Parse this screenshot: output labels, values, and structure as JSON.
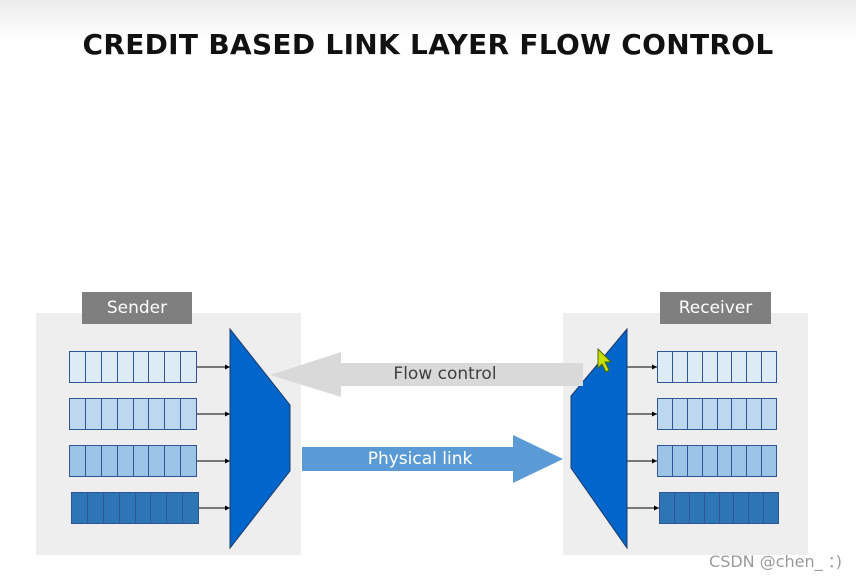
{
  "slide": {
    "title": "CREDIT BASED LINK LAYER FLOW CONTROL"
  },
  "sender": {
    "label": "Sender"
  },
  "receiver": {
    "label": "Receiver"
  },
  "links": {
    "flow_control": "Flow control",
    "physical_link": "Physical link"
  },
  "queues": [
    {
      "color": "#ddebf7"
    },
    {
      "color": "#bdd7ee"
    },
    {
      "color": "#9dc3e6"
    },
    {
      "color": "#2e75b6"
    }
  ],
  "colors": {
    "mux": "#0066cc",
    "physical_arrow": "#5b9bd5",
    "flow_arrow": "#d9d9d9",
    "panel": "#eeeeee",
    "tag": "#7f7f7f"
  },
  "watermark": "CSDN @chen_ ：)"
}
